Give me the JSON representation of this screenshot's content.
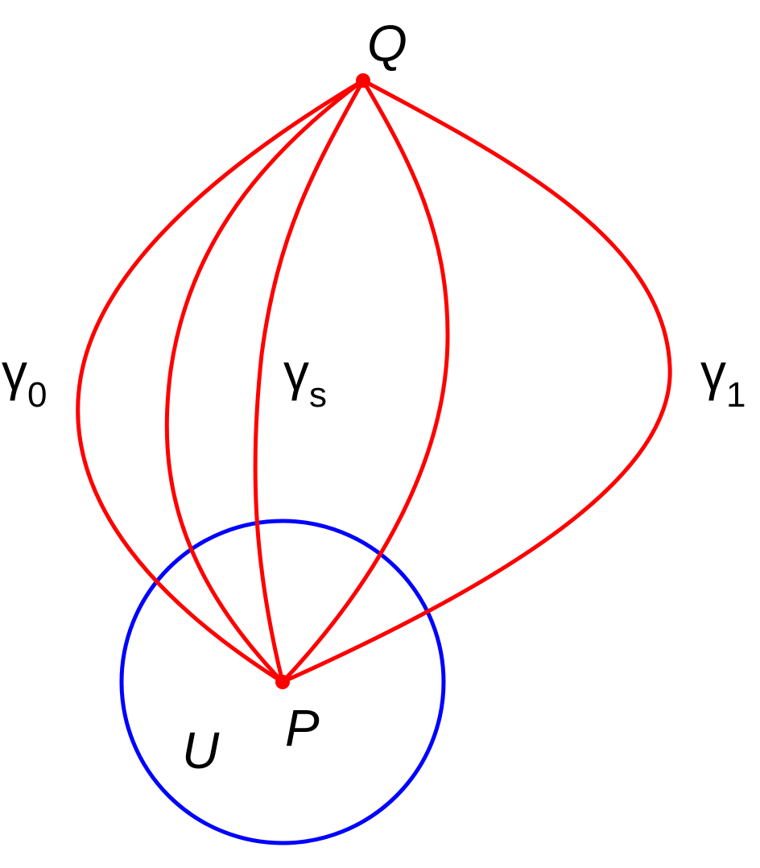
{
  "colors": {
    "curves": "#ff0000",
    "points": "#ff0000",
    "circle": "#0000ff",
    "text": "#000000",
    "background": "#ffffff"
  },
  "points": {
    "Q": "Q",
    "P": "P"
  },
  "region": {
    "U": "U"
  },
  "curves": {
    "gamma_0": {
      "symbol": "γ",
      "subscript": "0"
    },
    "gamma_s": {
      "symbol": "γ",
      "subscript": "s"
    },
    "gamma_1": {
      "symbol": "γ",
      "subscript": "1"
    }
  }
}
